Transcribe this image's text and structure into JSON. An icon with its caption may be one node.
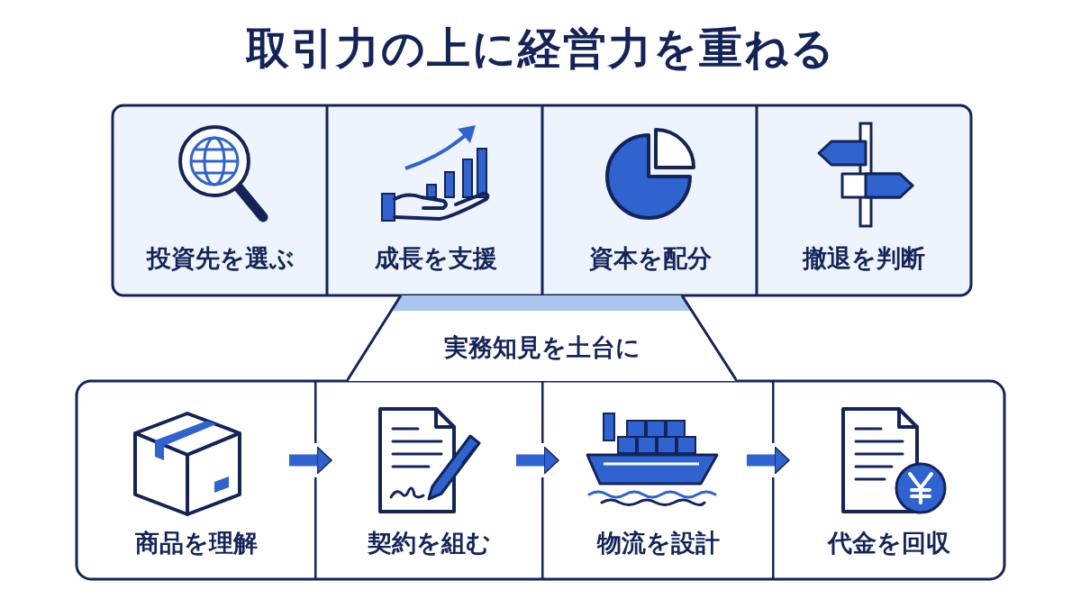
{
  "diagram": {
    "title": "取引力の上に経営力を重ねる",
    "nodes": [
      {
        "text": [
          "投資先を選ぶ"
        ]
      },
      {
        "text": [
          "成長を支援"
        ]
      },
      {
        "text": [
          "資本を配分"
        ]
      },
      {
        "text": [
          "撤退を判断"
        ]
      },
      {
        "text": [
          "実務知見を土台に"
        ]
      },
      {
        "text": [
          "商品を理解"
        ]
      },
      {
        "text": [
          "契約を組む"
        ]
      },
      {
        "text": [
          "物流を設計"
        ]
      },
      {
        "text": [
          "代金を回収"
        ]
      }
    ],
    "edges": [
      {
        "from": 5,
        "to": 6,
        "arrow": "to"
      },
      {
        "from": 6,
        "to": 7,
        "arrow": "to"
      },
      {
        "from": 7,
        "to": 8,
        "arrow": "to"
      }
    ]
  }
}
